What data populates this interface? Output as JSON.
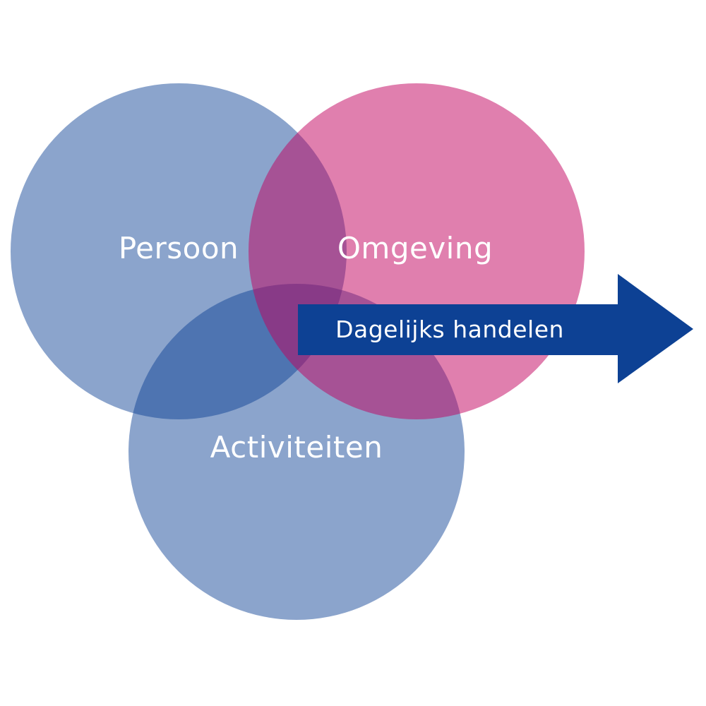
{
  "venn": {
    "background_color": "#ffffff",
    "label_color": "#ffffff",
    "circles": [
      {
        "name": "persoon",
        "label": "Persoon",
        "color": "#0d4194"
      },
      {
        "name": "omgeving",
        "label": "Omgeving",
        "color": "#c1005d"
      },
      {
        "name": "activiteiten",
        "label": "Activiteiten",
        "color": "#0d4194"
      }
    ],
    "arrow": {
      "label": "Dagelijks handelen",
      "color": "#0d4194",
      "text_color": "#ffffff"
    }
  }
}
